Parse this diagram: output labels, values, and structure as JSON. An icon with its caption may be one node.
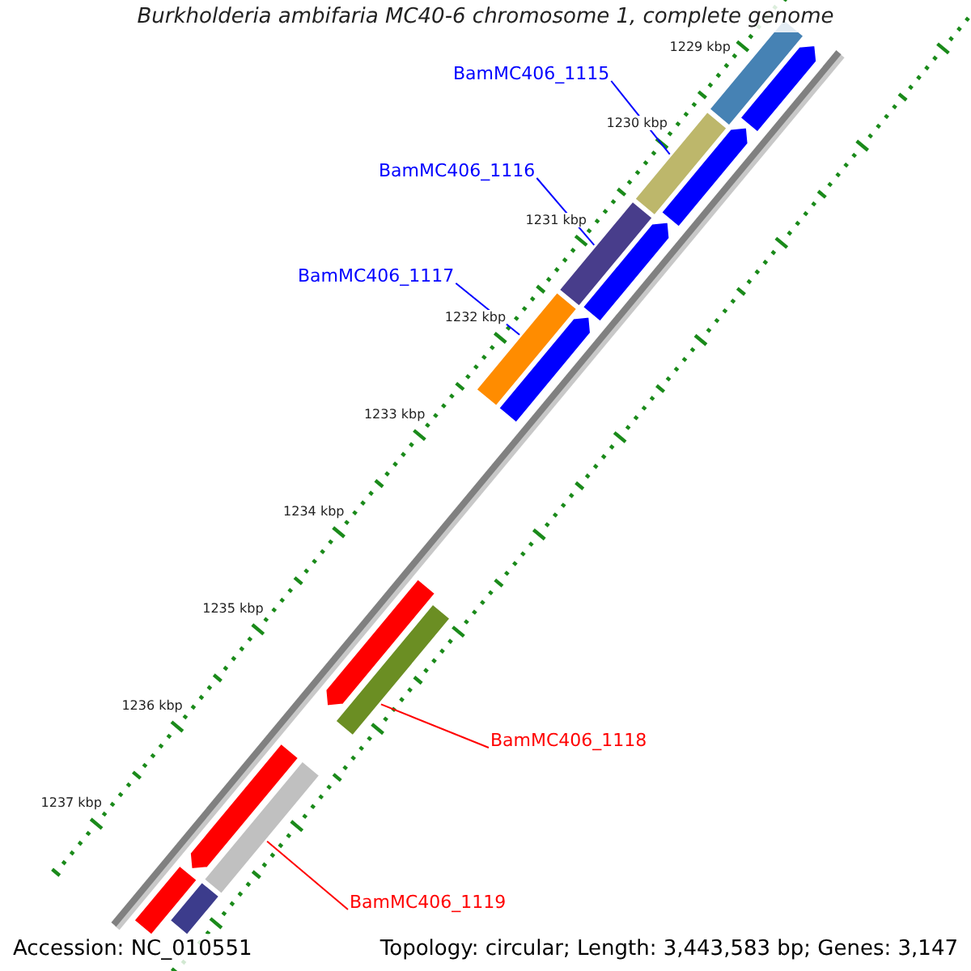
{
  "diagram": {
    "title": "Burkholderia ambifaria MC40-6 chromosome 1, complete genome",
    "nodes": [
      {
        "text": [
          "BamMC406_1115"
        ]
      },
      {
        "text": [],
        "shape": "bar"
      },
      {
        "text": [
          "BamMC406_1116"
        ]
      },
      {
        "text": [],
        "shape": "bar"
      },
      {
        "text": [
          "BamMC406_1117"
        ]
      },
      {
        "text": [],
        "shape": "bar"
      },
      {
        "text": [
          "BamMC406_1118"
        ]
      },
      {
        "text": [],
        "shape": "bar"
      },
      {
        "text": [
          "BamMC406_1119"
        ]
      },
      {
        "text": [],
        "shape": "bar"
      },
      {
        "text": [],
        "shape": "bar"
      },
      {
        "text": [],
        "shape": "arrow"
      },
      {
        "text": [],
        "shape": "arrow"
      },
      {
        "text": [],
        "shape": "arrow"
      },
      {
        "text": [],
        "shape": "arrow"
      },
      {
        "text": [],
        "shape": "arrow"
      },
      {
        "text": [],
        "shape": "arrow"
      },
      {
        "text": [],
        "shape": "bar"
      },
      {
        "text": [],
        "shape": "bar"
      }
    ],
    "edges": [
      {
        "from": 0,
        "to": 1,
        "arrow": "none"
      },
      {
        "from": 2,
        "to": 3,
        "arrow": "none"
      },
      {
        "from": 4,
        "to": 5,
        "arrow": "none"
      },
      {
        "from": 6,
        "to": 7,
        "arrow": "none",
        "color": "#ff0000"
      },
      {
        "from": 8,
        "to": 9,
        "arrow": "none",
        "color": "#ff0000"
      }
    ],
    "labels": [
      "1229 kbp",
      "1230 kbp",
      "1231 kbp",
      "1232 kbp",
      "1233 kbp",
      "1234 kbp",
      "1235 kbp",
      "1236 kbp",
      "1237 kbp",
      "Accession: NC_010551",
      "Topology: circular; Length: 3,443,583 bp; Genes: 3,147"
    ]
  }
}
